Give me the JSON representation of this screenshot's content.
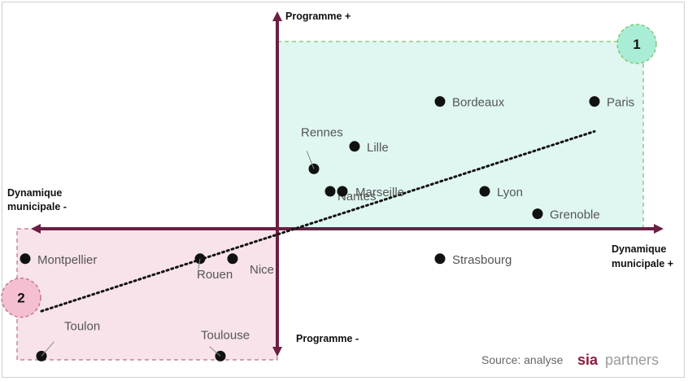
{
  "chart_data": {
    "type": "scatter",
    "title": "",
    "x_axis": {
      "positive_label": [
        "Dynamique",
        "municipale +"
      ],
      "negative_label": [
        "Dynamique",
        "municipale -"
      ]
    },
    "y_axis": {
      "positive_label": "Programme +",
      "negative_label": "Programme -"
    },
    "points": [
      {
        "label": "Bordeaux",
        "x": 2.0,
        "y": 1.7
      },
      {
        "label": "Paris",
        "x": 3.9,
        "y": 1.7
      },
      {
        "label": "Rennes",
        "x": 0.45,
        "y": 0.8
      },
      {
        "label": "Lille",
        "x": 0.95,
        "y": 1.1
      },
      {
        "label": "Nantes",
        "x": 0.65,
        "y": 0.5
      },
      {
        "label": "Marseille",
        "x": 0.8,
        "y": 0.5
      },
      {
        "label": "Lyon",
        "x": 2.55,
        "y": 0.5
      },
      {
        "label": "Grenoble",
        "x": 3.2,
        "y": 0.2
      },
      {
        "label": "Strasbourg",
        "x": 2.0,
        "y": -0.4
      },
      {
        "label": "Montpellier",
        "x": -3.1,
        "y": -0.4
      },
      {
        "label": "Rouen",
        "x": -0.95,
        "y": -0.4
      },
      {
        "label": "Nice",
        "x": -0.55,
        "y": -0.4
      },
      {
        "label": "Toulon",
        "x": -2.9,
        "y": -1.7
      },
      {
        "label": "Toulouse",
        "x": -0.7,
        "y": -1.7
      }
    ],
    "regions": [
      {
        "badge": "1",
        "color": "#e0f7f1",
        "border": "#7cbf6a",
        "badge_color": "#a9edd6",
        "x_range": [
          0,
          4.5
        ],
        "y_range": [
          0,
          2.5
        ]
      },
      {
        "badge": "2",
        "color": "#f8e3ea",
        "border": "#c06a86",
        "badge_color": "#f4bfd0",
        "x_range": [
          -3.2,
          0
        ],
        "y_range": [
          -1.75,
          0
        ]
      }
    ],
    "trend_line": {
      "from": [
        -2.9,
        -1.1
      ],
      "to": [
        3.9,
        1.3
      ]
    },
    "grid": false,
    "axis_color": "#6b1f43"
  },
  "source": {
    "text": "Source: analyse",
    "logo_sia": "sia",
    "logo_partners": "partners"
  }
}
